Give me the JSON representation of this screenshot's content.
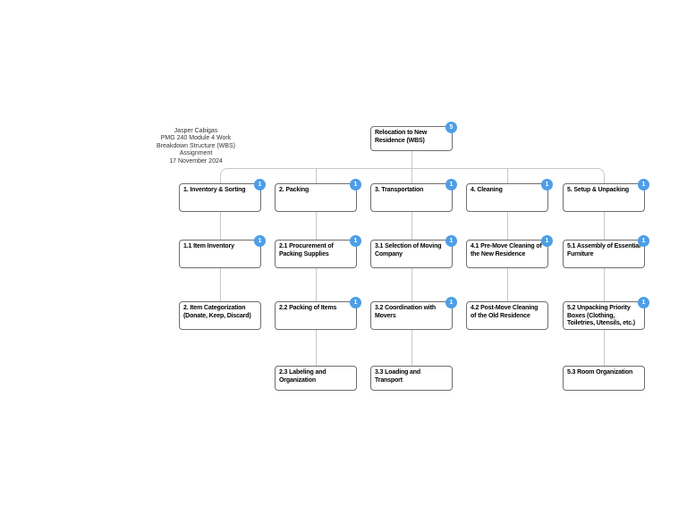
{
  "title_block": {
    "lines": [
      "Jasper Cabigas",
      "PMG 240 Module 4 Work",
      "Breakdown Structure (WBS)",
      "Assignment",
      "17 November 2024"
    ]
  },
  "diagram": {
    "root": {
      "label": "Relocation to New Residence (WBS)",
      "badge": "5"
    },
    "columns": [
      {
        "nodes": [
          {
            "label": "1. Inventory & Sorting",
            "badge": "1"
          },
          {
            "label": "1.1 Item Inventory",
            "badge": "1"
          },
          {
            "label": "2. Item Categorization (Donate, Keep, Discard)"
          }
        ]
      },
      {
        "nodes": [
          {
            "label": "2. Packing",
            "badge": "1"
          },
          {
            "label": "2.1 Procurement of Packing Supplies",
            "badge": "1"
          },
          {
            "label": "2.2 Packing of Items",
            "badge": "1"
          },
          {
            "label": "2.3 Labeling and Organization"
          }
        ]
      },
      {
        "nodes": [
          {
            "label": "3. Transportation",
            "badge": "1"
          },
          {
            "label": "3.1 Selection of Moving Company",
            "badge": "1"
          },
          {
            "label": "3.2 Coordination with Movers",
            "badge": "1"
          },
          {
            "label": "3.3 Loading and Transport"
          }
        ]
      },
      {
        "nodes": [
          {
            "label": "4. Cleaning",
            "badge": "1"
          },
          {
            "label": "4.1 Pre-Move Cleaning of the New Residence",
            "badge": "1"
          },
          {
            "label": "4.2 Post-Move Cleaning of the Old Residence"
          }
        ]
      },
      {
        "nodes": [
          {
            "label": "5. Setup & Unpacking",
            "badge": "1"
          },
          {
            "label": "5.1 Assembly of Essential Furniture",
            "badge": "1"
          },
          {
            "label": "5.2 Unpacking Priority Boxes (Clothing, Toiletries, Utensils, etc.)",
            "badge": "1"
          },
          {
            "label": "5.3 Room Organization"
          }
        ]
      }
    ]
  },
  "colors": {
    "badge_blue": "#4d9ee6",
    "node_border": "#6e6e6e",
    "connector_gray": "#c8c8c8",
    "background": "#ffffff"
  }
}
